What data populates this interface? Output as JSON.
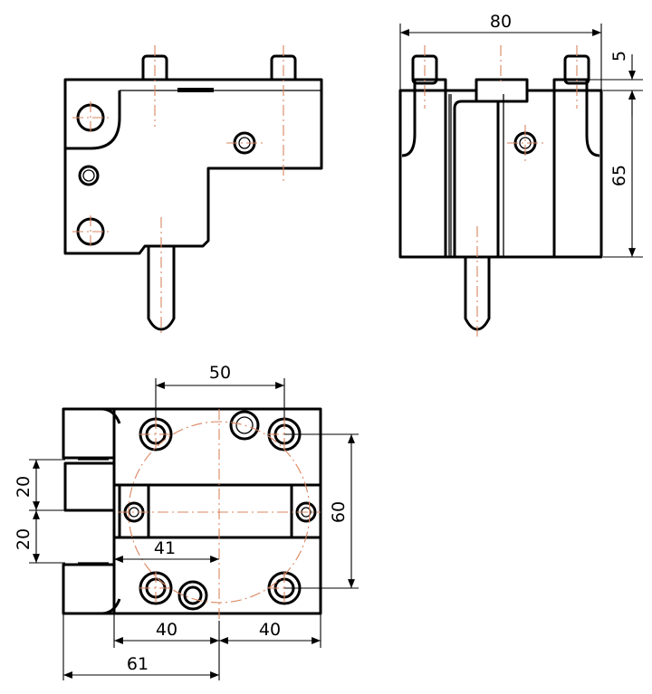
{
  "dimensions": {
    "top_width": "80",
    "pin_offset": "5",
    "body_height": "65",
    "hole_spacing": "50",
    "left_gap_upper": "20",
    "left_gap_lower": "20",
    "slot_length": "41",
    "right_height": "60",
    "bottom_left": "40",
    "bottom_right": "40",
    "overall_bottom": "61"
  },
  "colors": {
    "outline": "#000000",
    "centerline": "#d9855f"
  }
}
